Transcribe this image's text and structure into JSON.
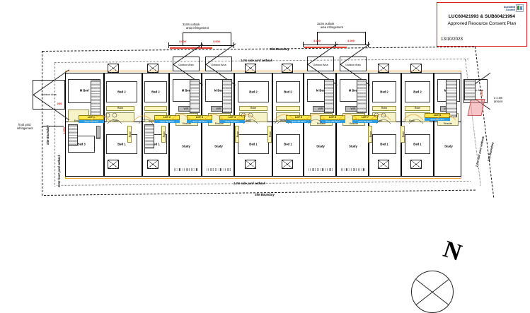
{
  "title_block": {
    "council_logo_line1": "Auckland",
    "council_logo_line2": "Council",
    "consent_code": "LUC60421993 & SUB60421994",
    "plan_title": "Approved Resource Consent Plan",
    "date": "13/10/2023",
    "border_color": "#e01b1b"
  },
  "annotations": {
    "outlook_left": "3x3m  outlook\narea infringement",
    "outlook_right": "3x3m  outlook\narea infringement",
    "front_yard_infringement": "front yard\ninfringement",
    "site_boundary": "Site Boundary",
    "side_yard_setback_top": "1.0m side yard setback",
    "side_yard_setback_bottom": "1.0m side yard setback",
    "front_yard_setback": "1.5m front yard setback",
    "rear_yard_setback": "1.0m rear yard setback",
    "rear_outdoor_note": "2 x 3m\narea in",
    "dim_269": "269",
    "dim_1500": "1.500"
  },
  "dimensions": {
    "outlook_left": [
      "3.000",
      "3.000"
    ],
    "outlook_right": [
      "3.000",
      "3.000"
    ]
  },
  "room_labels": {
    "master_bed": "M Bed",
    "bed_1": "Bed 1",
    "bed_2": "Bed 2",
    "bed_3": "Bed 3",
    "wir": "WIR",
    "ensuite": "Ensuite",
    "bath": "Bath",
    "robe": "Robe",
    "study": "Study",
    "outdoor_area": "Outdoor Area"
  },
  "lots": [
    {
      "number": "LOT 1",
      "area": "Area: 94.75m²"
    },
    {
      "number": "LOT 2",
      "area": "Area: 88.15m²"
    },
    {
      "number": "LOT 3",
      "area": "Area: 88.15m²"
    },
    {
      "number": "LOT 4",
      "area": "Area: 88.25m²"
    },
    {
      "number": "LOT 5",
      "area": "Area: 88.25m²"
    },
    {
      "number": "LOT 6",
      "area": "Area: 88.25m²"
    },
    {
      "number": "LOT 7",
      "area": "Area: 88.25m²"
    },
    {
      "number": "LOT 8",
      "area": "Area: 88.15m²"
    },
    {
      "number": "LOT 9",
      "area": "Area: 88.15m²"
    },
    {
      "number": "LOT 10",
      "area": "Area: 94.25m²"
    }
  ],
  "compass": {
    "north_letter": "N"
  },
  "colors": {
    "lot_number_bg": "#ffe94a",
    "lot_area_bg": "#2f9ee0",
    "dimension_text": "#d81b0f",
    "wet_area": "#f7f3c8",
    "robe": "#fdf6bf",
    "outline_orange": "#f0a23a"
  }
}
